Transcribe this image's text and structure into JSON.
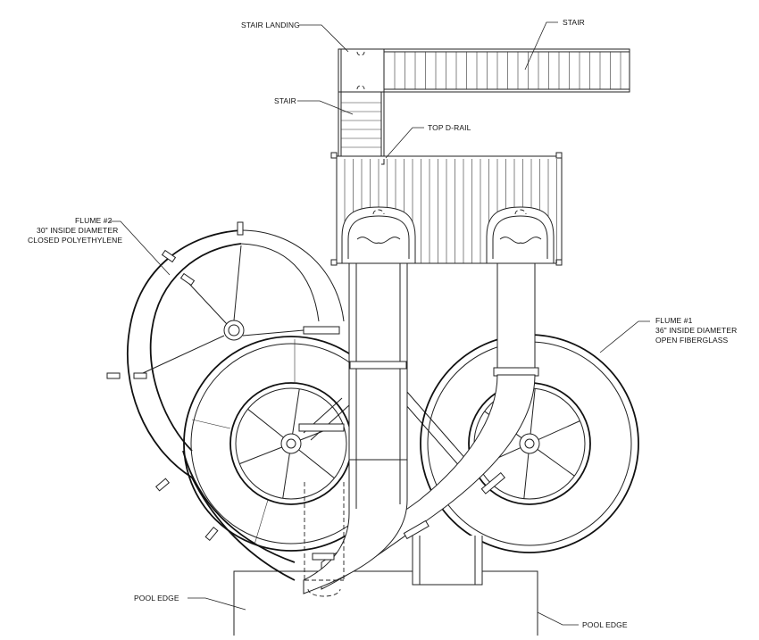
{
  "labels": {
    "stair_landing": "STAIR LANDING",
    "stair_top": "STAIR",
    "stair_left": "STAIR",
    "top_d_rail": "TOP D-RAIL",
    "flume2_line1": "FLUME #2",
    "flume2_line2": "30\" INSIDE DIAMETER",
    "flume2_line3": "CLOSED POLYETHYLENE",
    "flume1_line1": "FLUME #1",
    "flume1_line2": "36\" INSIDE DIAMETER",
    "flume1_line3": "OPEN FIBERGLASS",
    "pool_edge_left": "POOL EDGE",
    "pool_edge_right": "POOL EDGE"
  }
}
